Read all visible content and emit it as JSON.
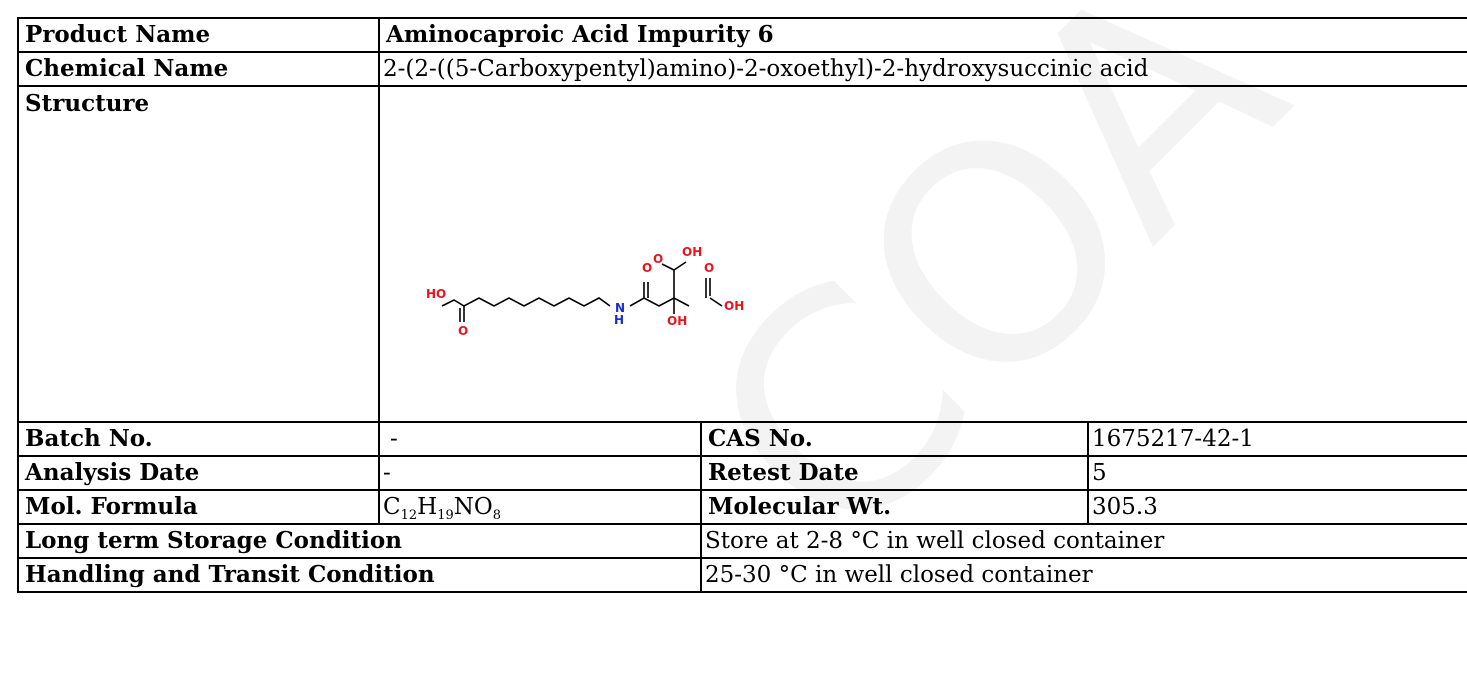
{
  "product_name": {
    "label": "Product Name",
    "value": "Aminocaproic Acid Impurity 6"
  },
  "chemical_name": {
    "label": "Chemical Name",
    "value": "2-(2-((5-Carboxypentyl)amino)-2-oxoethyl)-2-hydroxysuccinic acid"
  },
  "structure": {
    "label": "Structure",
    "atoms": {
      "ho_left": "HO",
      "o_left": "O",
      "nh_n": "N",
      "nh_h": "H",
      "o_amide": "O",
      "o_top": "O",
      "oh_top": "OH",
      "oh_mid": "OH",
      "o_right": "O",
      "oh_right": "OH"
    }
  },
  "batch": {
    "label": "Batch No.",
    "value": "-"
  },
  "cas": {
    "label": "CAS No.",
    "value": "1675217-42-1"
  },
  "analysis_date": {
    "label": "Analysis Date",
    "value": "-"
  },
  "retest_date": {
    "label": "Retest Date",
    "value": "5"
  },
  "mol_formula": {
    "label": "Mol. Formula",
    "c": "C",
    "c_n": "12",
    "h": "H",
    "h_n": "19",
    "no": "NO",
    "o_n": "8"
  },
  "mol_wt": {
    "label": "Molecular Wt.",
    "value": "305.3"
  },
  "storage": {
    "label": "Long term Storage Condition",
    "value": "Store at 2-8 °C in well closed container"
  },
  "handling": {
    "label": "Handling and Transit Condition",
    "value": "25-30 °C in well closed container"
  },
  "watermark": {
    "text": "COA",
    "color": "#f3f3f3"
  },
  "colors": {
    "oxygen": "#e8141e",
    "nitrogen": "#1a2ec8"
  }
}
